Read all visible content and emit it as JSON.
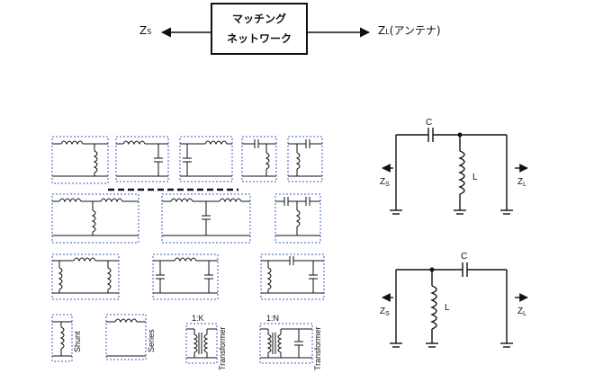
{
  "top": {
    "block_line1": "マッチング",
    "block_line2": "ネットワーク",
    "zs_main": "Z",
    "zs_sub": "S",
    "zl_main": "Z",
    "zl_sub": "L",
    "zl_suffix": "(アンテナ)"
  },
  "catalog": {
    "shunt_label": "Shunt",
    "series_label": "Series",
    "transformer_label": "Transformer",
    "ratio_k": "1:K",
    "ratio_n": "1:N"
  },
  "circuit_top": {
    "cap_label": "C",
    "ind_label": "L",
    "zs_main": "Z",
    "zs_sub": "S",
    "zl_main": "Z",
    "zl_sub": "L"
  },
  "circuit_bottom": {
    "cap_label": "C",
    "ind_label": "L",
    "zs_main": "Z",
    "zs_sub": "S",
    "zl_main": "Z",
    "zl_sub": "L"
  },
  "colors": {
    "line": "#111111",
    "box_border": "#3b5fc0"
  }
}
